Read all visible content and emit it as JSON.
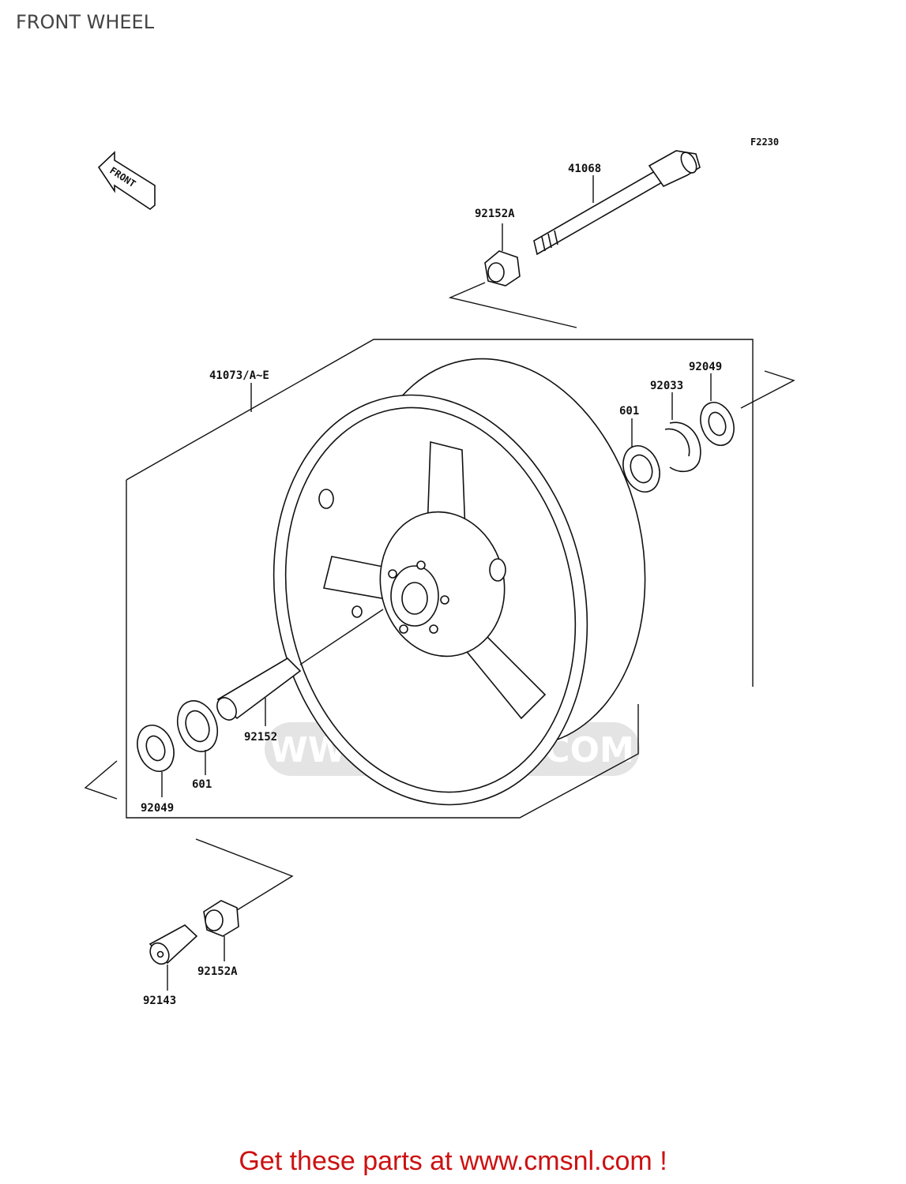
{
  "header": {
    "title": "FRONT WHEEL"
  },
  "diagram": {
    "figure_code": "F2230",
    "direction_marker": "FRONT",
    "part_labels": {
      "axle": "41068",
      "collar_upper": "92152A",
      "wheel": "41073/A~E",
      "seal_right": "92049",
      "circlip": "92033",
      "bearing_right": "601",
      "spacer": "92152",
      "bearing_left": "601",
      "seal_left": "92049",
      "collar_lower": "92152A",
      "axle_nut": "92143"
    }
  },
  "watermark": {
    "text": "WWW.CMSNL.COM"
  },
  "footer": {
    "banner": "Get these parts at www.cmsnl.com !"
  },
  "colors": {
    "banner": "#cc1111",
    "lines": "#111111",
    "watermark": "#e4e4e4"
  }
}
